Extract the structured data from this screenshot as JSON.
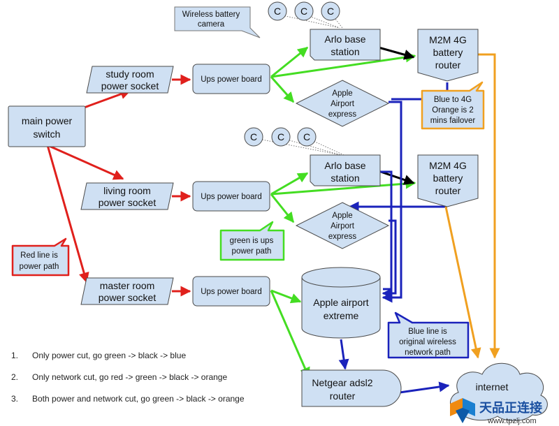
{
  "nodes": {
    "main_switch": [
      "main power",
      "switch"
    ],
    "study_socket": [
      "study room",
      "power socket"
    ],
    "living_socket": [
      "living room",
      "power socket"
    ],
    "master_socket": [
      "master room",
      "power socket"
    ],
    "ups1": "Ups power board",
    "ups2": "Ups power board",
    "ups3": "Ups power board",
    "arlo1": [
      "Arlo base",
      "station"
    ],
    "arlo2": [
      "Arlo base",
      "station"
    ],
    "airport_express1": [
      "Apple",
      "Airport",
      "express"
    ],
    "airport_express2": [
      "Apple",
      "Airport",
      "express"
    ],
    "m2m1": [
      "M2M 4G",
      "battery",
      "router"
    ],
    "m2m2": [
      "M2M 4G",
      "battery",
      "router"
    ],
    "airport_extreme": [
      "Apple airport",
      "extreme"
    ],
    "netgear": [
      "Netgear adsl2",
      "router"
    ],
    "internet": "internet",
    "camera_letter": "C"
  },
  "callouts": {
    "wireless_camera": [
      "Wireless battery",
      "camera"
    ],
    "failover": [
      "Blue to 4G",
      "Orange is 2",
      "mins failover"
    ],
    "red_line": [
      "Red line is",
      "power path"
    ],
    "green_line": [
      "green is ups",
      "power path"
    ],
    "blue_line": [
      "Blue line is",
      "original wireless",
      "network path"
    ]
  },
  "steps": [
    {
      "num": "1.",
      "text": "Only power cut, go green -> black -> blue"
    },
    {
      "num": "2.",
      "text": "Only network cut, go red -> green -> black -> orange"
    },
    {
      "num": "3.",
      "text": "Both power and network cut, go green -> black -> orange"
    }
  ],
  "watermark": {
    "cn": "天品正连接",
    "url": "www.tpzlj.com"
  },
  "colors": {
    "red": "#e0201c",
    "green": "#44dd22",
    "blue": "#1a22bb",
    "black": "#000000",
    "orange": "#f0a020",
    "box_fill": "#cfe0f3"
  }
}
